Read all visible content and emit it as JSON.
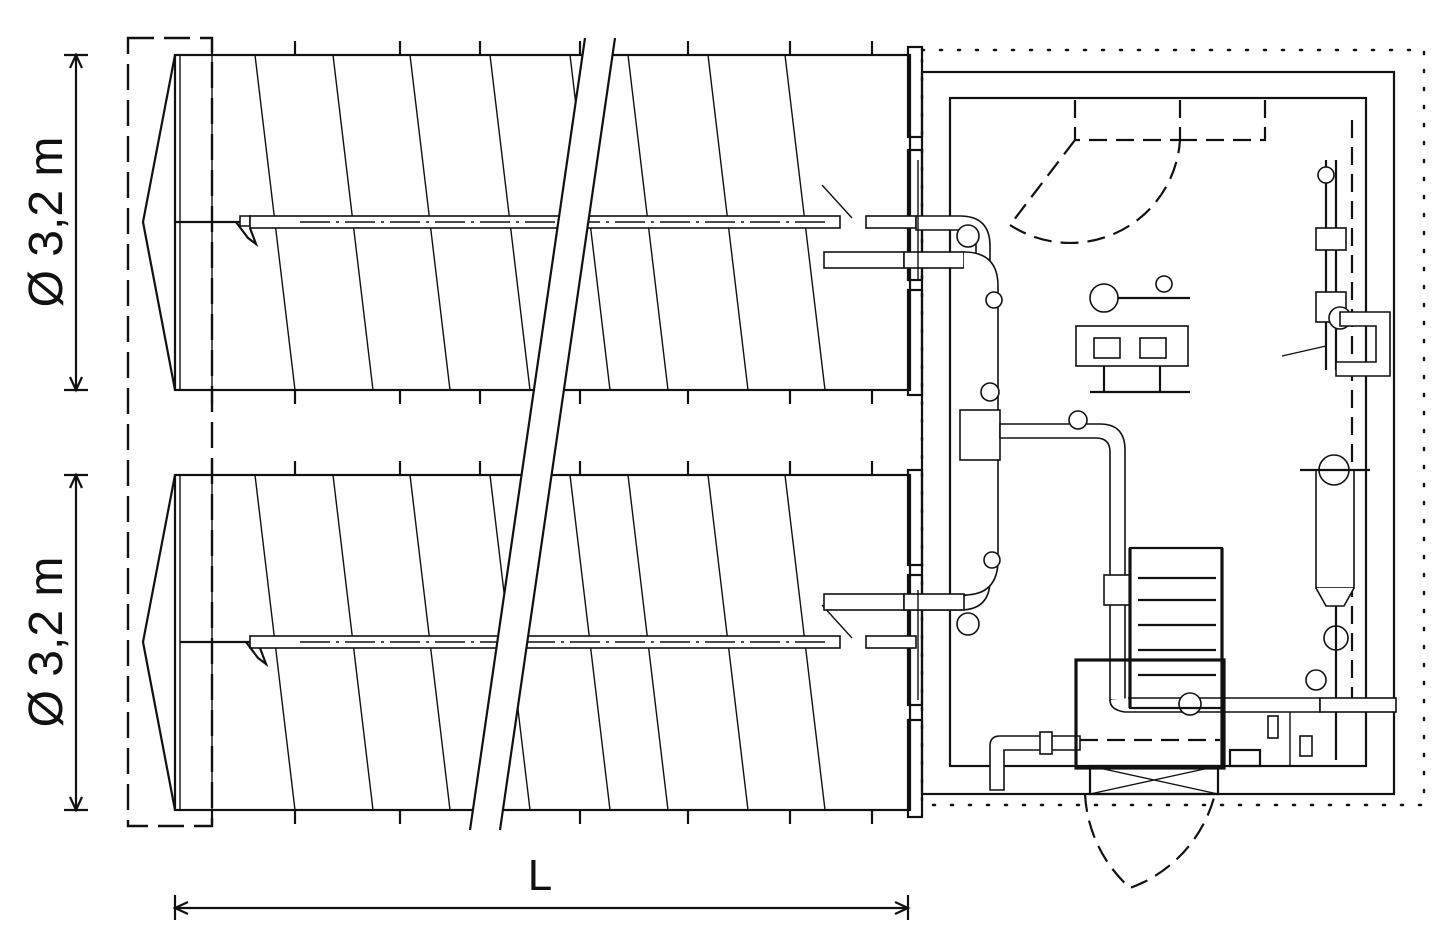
{
  "labels": {
    "tank_top_diameter": "Ø 3,2 m",
    "tank_bottom_diameter": "Ø 3,2 m",
    "length": "L"
  }
}
